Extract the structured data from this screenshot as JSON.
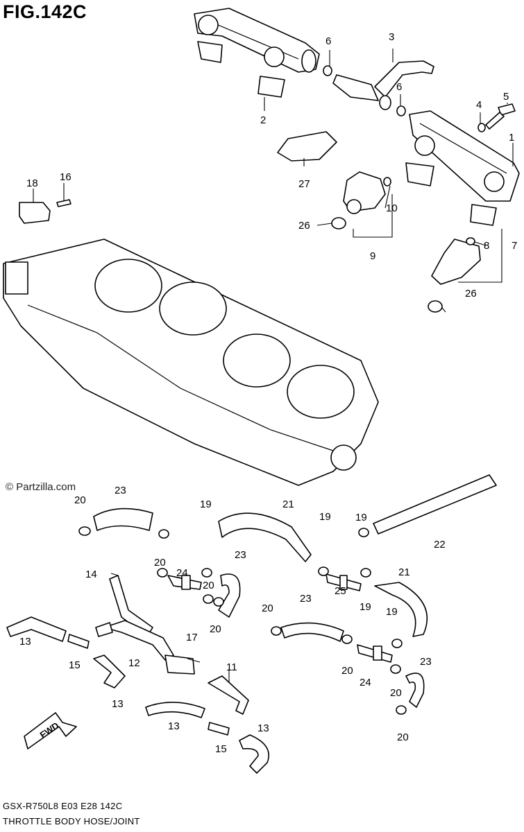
{
  "header": {
    "figure_title": "FIG.142C"
  },
  "watermark": {
    "text": "© Partzilla.com"
  },
  "footer": {
    "model_line": "GSX-R750L8  E03  E28  142C",
    "section_title": "THROTTLE BODY HOSE/JOINT"
  },
  "fwd_label": "FWD",
  "callouts": [
    {
      "id": "c1",
      "label": "1"
    },
    {
      "id": "c2",
      "label": "2"
    },
    {
      "id": "c3",
      "label": "3"
    },
    {
      "id": "c4",
      "label": "4"
    },
    {
      "id": "c5",
      "label": "5"
    },
    {
      "id": "c6a",
      "label": "6"
    },
    {
      "id": "c6b",
      "label": "6"
    },
    {
      "id": "c7",
      "label": "7"
    },
    {
      "id": "c8",
      "label": "8"
    },
    {
      "id": "c9",
      "label": "9"
    },
    {
      "id": "c10",
      "label": "10"
    },
    {
      "id": "c16",
      "label": "16"
    },
    {
      "id": "c18",
      "label": "18"
    },
    {
      "id": "c26a",
      "label": "26"
    },
    {
      "id": "c26b",
      "label": "26"
    },
    {
      "id": "c27",
      "label": "27"
    },
    {
      "id": "c20a",
      "label": "20"
    },
    {
      "id": "c23a",
      "label": "23"
    },
    {
      "id": "c19a",
      "label": "19"
    },
    {
      "id": "c21a",
      "label": "21"
    },
    {
      "id": "c19b",
      "label": "19"
    },
    {
      "id": "c19c",
      "label": "19"
    },
    {
      "id": "c22",
      "label": "22"
    },
    {
      "id": "c20b",
      "label": "20"
    },
    {
      "id": "c24a",
      "label": "24"
    },
    {
      "id": "c23b",
      "label": "23"
    },
    {
      "id": "c20c",
      "label": "20"
    },
    {
      "id": "c20d",
      "label": "20"
    },
    {
      "id": "c25",
      "label": "25"
    },
    {
      "id": "c21b",
      "label": "21"
    },
    {
      "id": "c19d",
      "label": "19"
    },
    {
      "id": "c14",
      "label": "14"
    },
    {
      "id": "c20e",
      "label": "20"
    },
    {
      "id": "c23c",
      "label": "23"
    },
    {
      "id": "c19e",
      "label": "19"
    },
    {
      "id": "c13a",
      "label": "13"
    },
    {
      "id": "c17",
      "label": "17"
    },
    {
      "id": "c12",
      "label": "12"
    },
    {
      "id": "c15a",
      "label": "15"
    },
    {
      "id": "c20f",
      "label": "20"
    },
    {
      "id": "c24b",
      "label": "24"
    },
    {
      "id": "c23d",
      "label": "23"
    },
    {
      "id": "c11",
      "label": "11"
    },
    {
      "id": "c13b",
      "label": "13"
    },
    {
      "id": "c20g",
      "label": "20"
    },
    {
      "id": "c13c",
      "label": "13"
    },
    {
      "id": "c13d",
      "label": "13"
    },
    {
      "id": "c15b",
      "label": "15"
    },
    {
      "id": "c20h",
      "label": "20"
    }
  ]
}
